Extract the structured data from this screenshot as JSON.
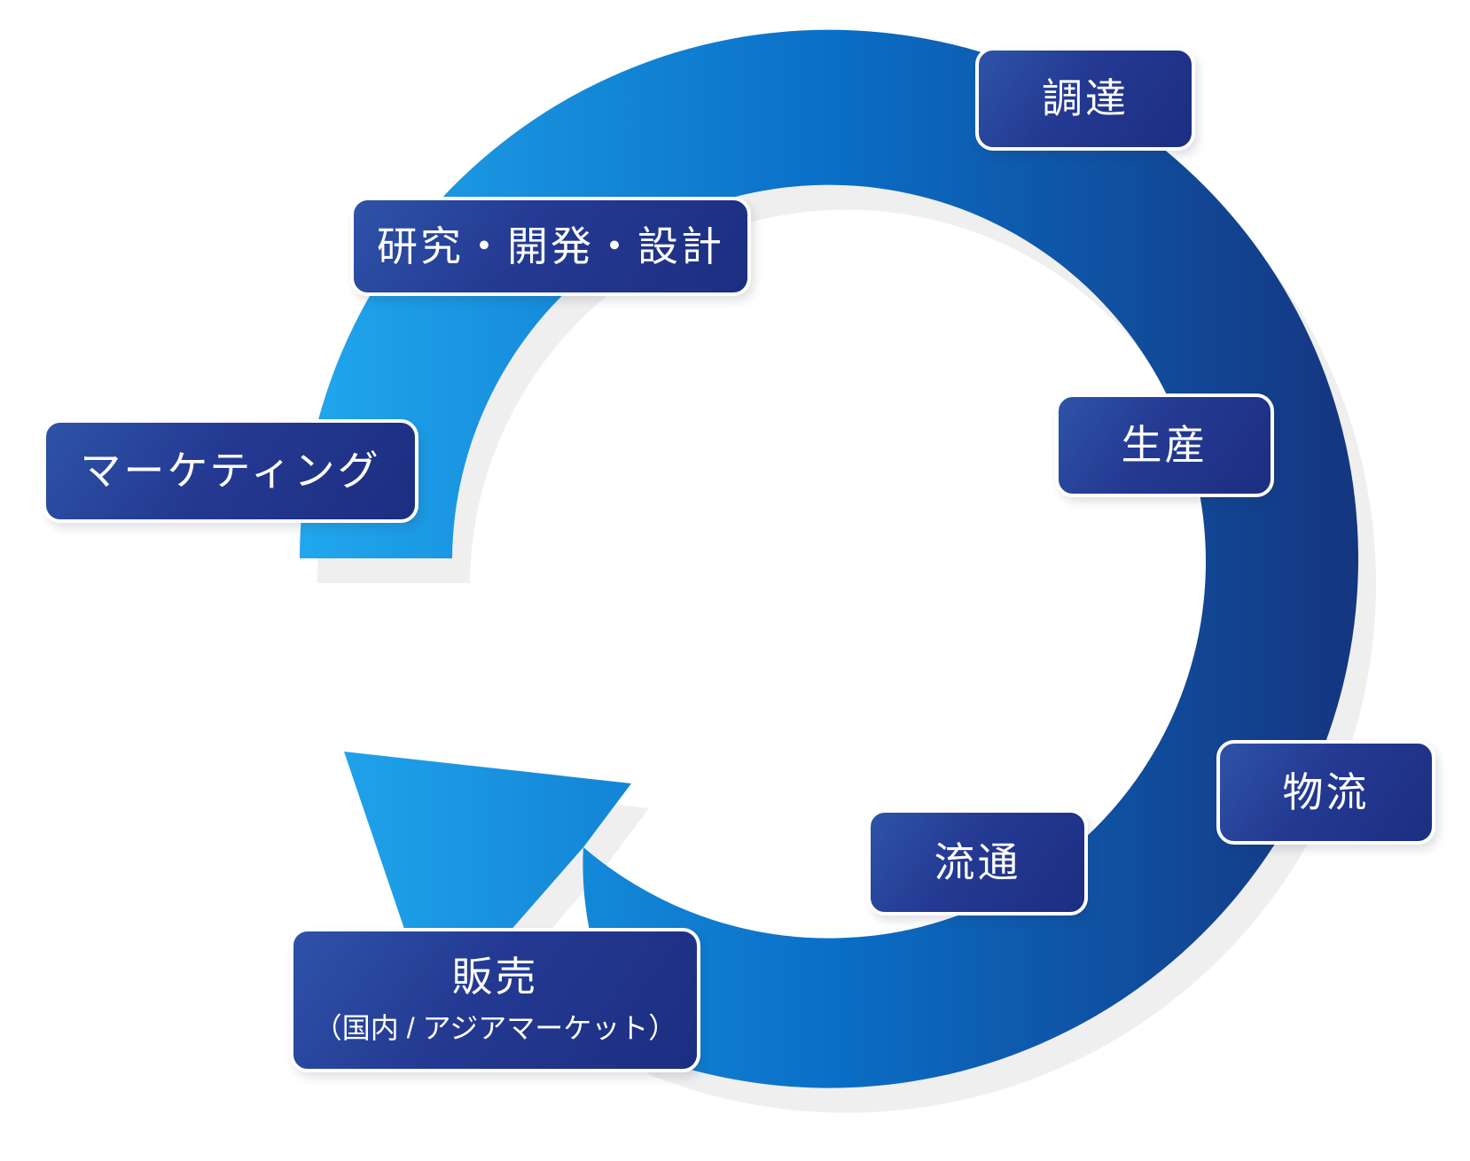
{
  "diagram": {
    "type": "cycle",
    "description": "Business value-chain cycle arrow diagram",
    "steps": [
      {
        "id": "procurement",
        "label": "調達"
      },
      {
        "id": "production",
        "label": "生産"
      },
      {
        "id": "logistics",
        "label": "物流"
      },
      {
        "id": "distribution",
        "label": "流通"
      },
      {
        "id": "sales",
        "label": "販売",
        "sublabel": "（国内 / アジアマーケット）"
      },
      {
        "id": "marketing",
        "label": "マーケティング"
      },
      {
        "id": "rdd",
        "label": "研究・開発・設計"
      }
    ],
    "colors": {
      "arrow_light": "#21A7ED",
      "arrow_mid": "#0A6FC7",
      "arrow_dark": "#15357F",
      "shadow": "#EFEFEF",
      "box_gradient_start": "#2E53A8",
      "box_gradient_end": "#1C2E80",
      "box_border": "#FFFFFF",
      "text": "#FFFFFF"
    }
  }
}
